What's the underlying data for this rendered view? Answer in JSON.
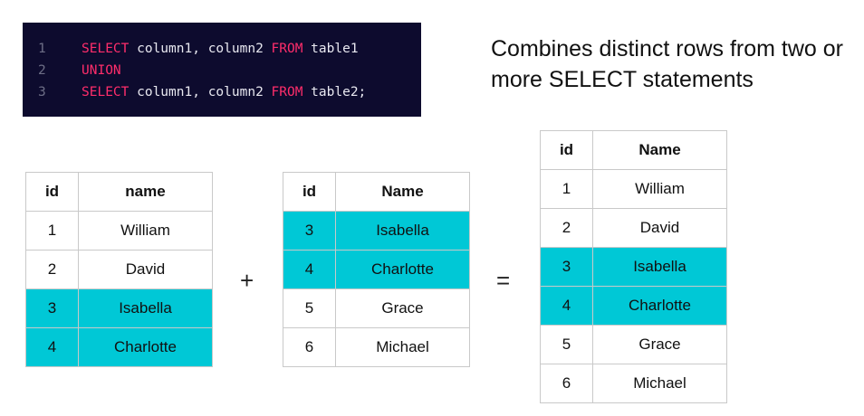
{
  "code": {
    "lines": [
      {
        "num": "1",
        "tokens": [
          {
            "t": "SELECT",
            "k": "kw"
          },
          {
            "t": " column1, column2 ",
            "k": "tx"
          },
          {
            "t": "FROM",
            "k": "kw"
          },
          {
            "t": " table1",
            "k": "tx"
          }
        ]
      },
      {
        "num": "2",
        "tokens": [
          {
            "t": "UNION",
            "k": "kw"
          }
        ]
      },
      {
        "num": "3",
        "tokens": [
          {
            "t": "SELECT",
            "k": "kw"
          },
          {
            "t": " column1, column2 ",
            "k": "tx"
          },
          {
            "t": "FROM",
            "k": "kw"
          },
          {
            "t": " table2;",
            "k": "tx"
          }
        ]
      }
    ]
  },
  "caption": "Combines distinct rows from two or more SELECT statements",
  "operators": {
    "plus": "+",
    "equals": "="
  },
  "colors": {
    "code_bg": "#0d0b2e",
    "keyword": "#ff2d6b",
    "highlight": "#00c8d6"
  },
  "tables": [
    {
      "id": "table1",
      "headers": [
        "id",
        "name"
      ],
      "rows": [
        {
          "cells": [
            "1",
            "William"
          ],
          "highlight": false
        },
        {
          "cells": [
            "2",
            "David"
          ],
          "highlight": false
        },
        {
          "cells": [
            "3",
            "Isabella"
          ],
          "highlight": true
        },
        {
          "cells": [
            "4",
            "Charlotte"
          ],
          "highlight": true
        }
      ]
    },
    {
      "id": "table2",
      "headers": [
        "id",
        "Name"
      ],
      "rows": [
        {
          "cells": [
            "3",
            "Isabella"
          ],
          "highlight": true
        },
        {
          "cells": [
            "4",
            "Charlotte"
          ],
          "highlight": true
        },
        {
          "cells": [
            "5",
            "Grace"
          ],
          "highlight": false
        },
        {
          "cells": [
            "6",
            "Michael"
          ],
          "highlight": false
        }
      ]
    },
    {
      "id": "result",
      "headers": [
        "id",
        "Name"
      ],
      "rows": [
        {
          "cells": [
            "1",
            "William"
          ],
          "highlight": false
        },
        {
          "cells": [
            "2",
            "David"
          ],
          "highlight": false
        },
        {
          "cells": [
            "3",
            "Isabella"
          ],
          "highlight": true
        },
        {
          "cells": [
            "4",
            "Charlotte"
          ],
          "highlight": true
        },
        {
          "cells": [
            "5",
            "Grace"
          ],
          "highlight": false
        },
        {
          "cells": [
            "6",
            "Michael"
          ],
          "highlight": false
        }
      ]
    }
  ]
}
